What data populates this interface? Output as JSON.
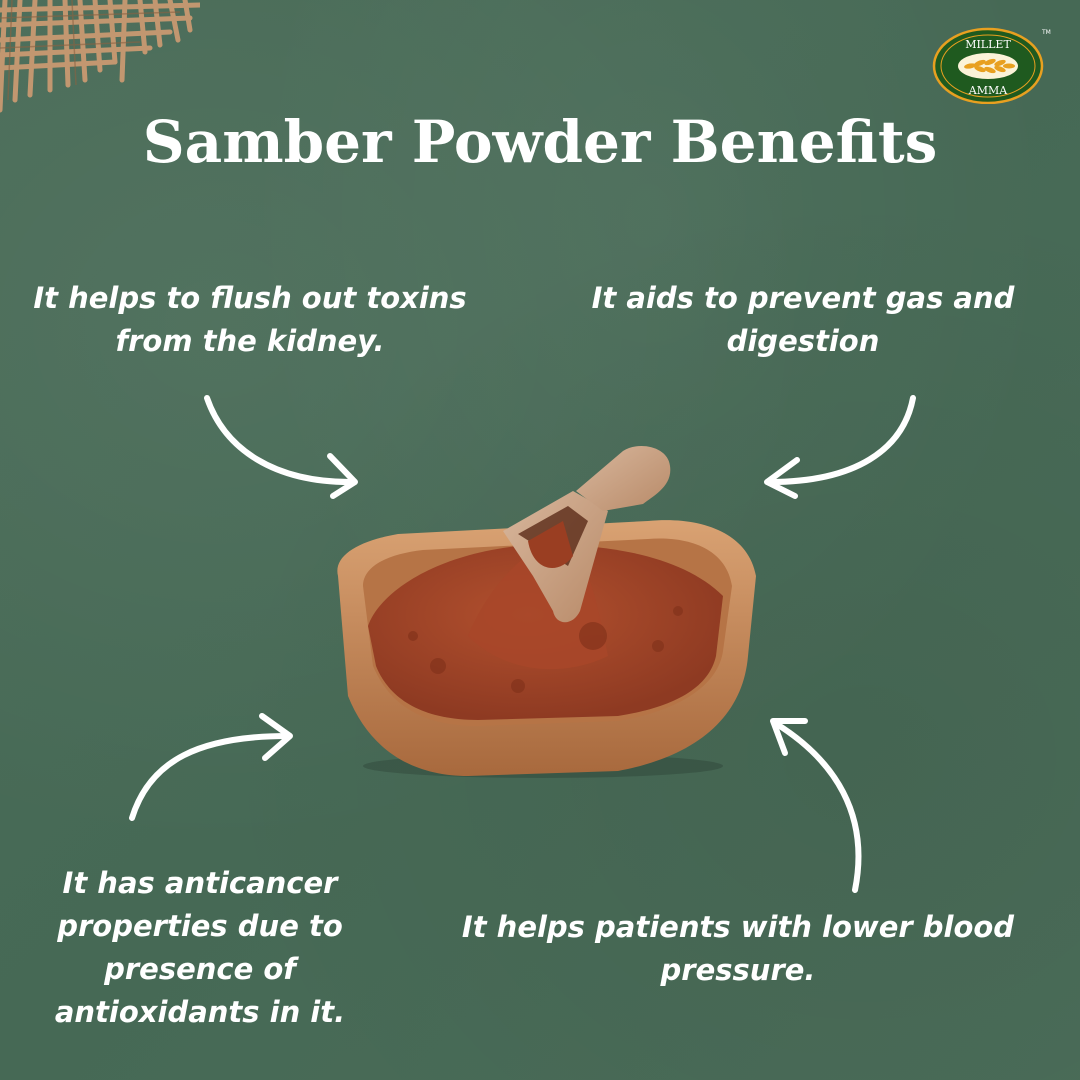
{
  "brand": {
    "logo_top_text": "MILLET",
    "logo_bottom_text": "AMMA",
    "trademark": "TM",
    "colors": {
      "logo_green": "#1f5a1f",
      "logo_gold": "#e8a020",
      "logo_cream": "#fbf3d8"
    }
  },
  "title": "Samber Powder Benefits",
  "benefits": [
    {
      "text": "It helps to flush out toxins from the kidney.",
      "position": "top-left"
    },
    {
      "text": "It aids to prevent gas and digestion",
      "position": "top-right"
    },
    {
      "text": "It has anticancer properties due to presence of antioxidants in it.",
      "position": "bottom-left"
    },
    {
      "text": "It helps patients with lower blood pressure.",
      "position": "bottom-right"
    }
  ],
  "icons": {
    "arrows": [
      "curved-arrow-down-right",
      "curved-arrow-down-left",
      "curved-arrow-up-right",
      "curved-arrow-up-left"
    ],
    "center_image": "wooden-bowl-with-red-powder-and-scoop",
    "corner_decoration": "burlap-fabric"
  },
  "colors": {
    "background": "#4a6b57",
    "text": "#ffffff",
    "powder": "#a0452a",
    "wood": "#c98b5a"
  }
}
